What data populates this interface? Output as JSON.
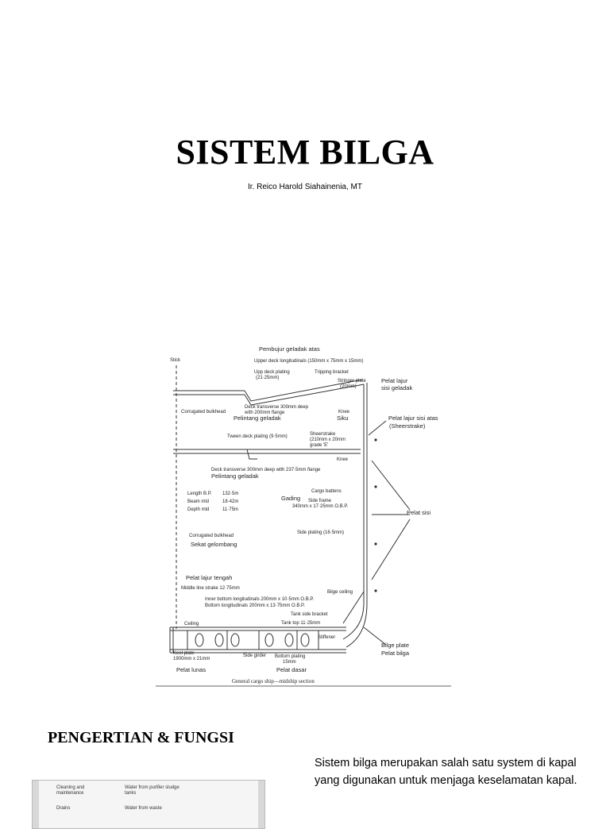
{
  "title": "SISTEM BILGA",
  "author": "Ir. Reico Harold Siahainenia, MT",
  "figure": {
    "caption": "General cargo ship—midship section",
    "labels": {
      "pembujur_geladak_atas": "Pembujur geladak atas",
      "upper_deck_long": "Upper deck longitudinals (150mm x 75mm x 15mm)",
      "stick": "Stick",
      "upp_deck_plating": "Upp deck plating",
      "upp_deck_plating_dim": "(21·25mm)",
      "tripping_bracket": "Tripping bracket",
      "stringer_plate": "Stringer plate",
      "stringer_plate_dim": "(20mm)",
      "pelat_lajur_sisi_geladak_1": "Pelat lajur",
      "pelat_lajur_sisi_geladak_2": "sisi geladak",
      "corrugated_bulkhead_top": "Corrugated bulkhead",
      "deck_transverse_1": "Deck transverse 300mm deep",
      "deck_transverse_2": "with 200mm flange",
      "pelintang_geladak_1": "Pelintang geladak",
      "knee_1": "Knee",
      "siku": "Siku",
      "pelat_lajur_sisi_atas": "Pelat lajur sisi atas",
      "sheerstrake": "(Sheerstrake)",
      "tween_deck_plating": "Tween deck plating (9·5mm)",
      "sheerstrake_dim_1": "Sheerstrake",
      "sheerstrake_dim_2": "(210mm x 20mm",
      "sheerstrake_dim_3": "grade 'E'",
      "knee_2": "Knee",
      "deck_transverse_lower": "Deck transverse  300mm deep with 237·5mm flange",
      "pelintang_geladak_2": "Pelintang geladak",
      "length_bp": "Length B.P.",
      "length_bp_val": "132·5m",
      "beam_mld": "Beam mld",
      "beam_mld_val": "18·42m",
      "depth_mld": "Depth mld",
      "depth_mld_val": "11·75m",
      "cargo_battens": "Cargo battens",
      "gading": "Gading",
      "side_frame_1": "Side frame",
      "side_frame_2": "340mm x 17·25mm O.B.P.",
      "pelat_sisi": "Pelat sisi",
      "side_plating": "Side plating (16·5mm)",
      "corrugated_bulkhead": "Corrugated bulkhead",
      "sekat_gelombang": "Sekat gelombang",
      "pelat_lajur_tengah": "Pelat lajur tengah",
      "middle_line_strake": "Middle line strake 12·75mm",
      "bilge_ceiling": "Bilge ceiling",
      "inner_bottom_long": "Inner bottom longitudinals 200mm x 10·5mm O.B.P.",
      "bottom_long": "Bottom longitudinals  200mm x 13·75mm O.B.P.",
      "tank_side_bracket": "Tank side bracket",
      "tank_top": "Tank top 11·25mm",
      "ceiling": "Ceiling",
      "stiffener": "Stiffener",
      "bilge_plate": "Bilge plate",
      "pelat_bilga": "Pelat bilga",
      "keel_plate_1": "Keel plate",
      "keel_plate_2": "1900mm x 21mm",
      "side_girder": "Side girder",
      "bottom_plating_1": "Bottom plating",
      "bottom_plating_2": "15mm",
      "pelat_lunas": "Pelat lunas",
      "pelat_dasar": "Pelat dasar"
    }
  },
  "section_heading": "PENGERTIAN & FUNGSI",
  "body_text": "Sistem bilga merupakan salah satu system di kapal yang digunakan untuk menjaga keselamatan kapal.",
  "thumbnail": {
    "label_1": "Cleaning and maintenance",
    "label_2": "Water from purifier sludge tanks",
    "label_3": "Drains",
    "label_4": "Water from waste"
  }
}
